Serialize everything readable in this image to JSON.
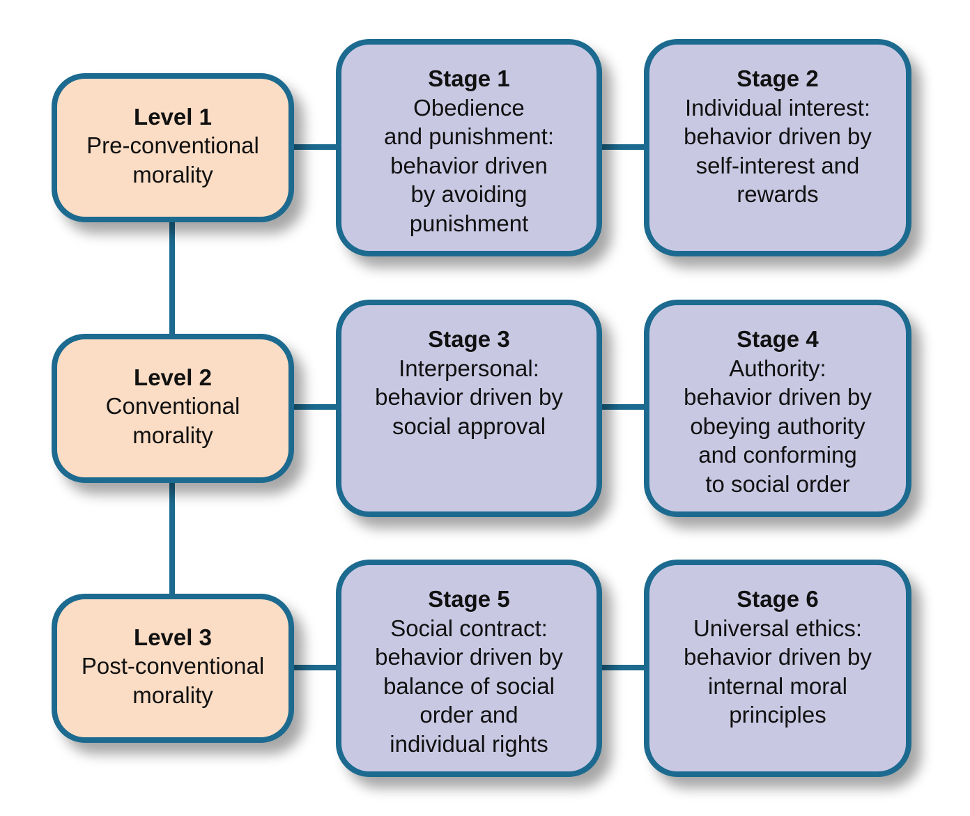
{
  "diagram": {
    "colors": {
      "border": "#1c6a8f",
      "level_fill": "#fbdcc4",
      "stage_fill": "#c9c8e3"
    },
    "levels": [
      {
        "title": "Level 1",
        "desc": "Pre-conventional\nmorality"
      },
      {
        "title": "Level 2",
        "desc": "Conventional\nmorality"
      },
      {
        "title": "Level 3",
        "desc": "Post-conventional\nmorality"
      }
    ],
    "stages": [
      {
        "title": "Stage 1",
        "desc": "Obedience\nand punishment:\nbehavior driven\nby avoiding\npunishment"
      },
      {
        "title": "Stage 2",
        "desc": "Individual interest:\nbehavior driven by\nself-interest and\nrewards"
      },
      {
        "title": "Stage 3",
        "desc": "Interpersonal:\nbehavior driven by\nsocial approval"
      },
      {
        "title": "Stage 4",
        "desc": "Authority:\nbehavior driven by\nobeying authority\nand conforming\nto social order"
      },
      {
        "title": "Stage 5",
        "desc": "Social contract:\nbehavior driven by\nbalance of social\norder and\nindividual rights"
      },
      {
        "title": "Stage 6",
        "desc": "Universal ethics:\nbehavior driven by\ninternal moral\nprinciples"
      }
    ]
  }
}
